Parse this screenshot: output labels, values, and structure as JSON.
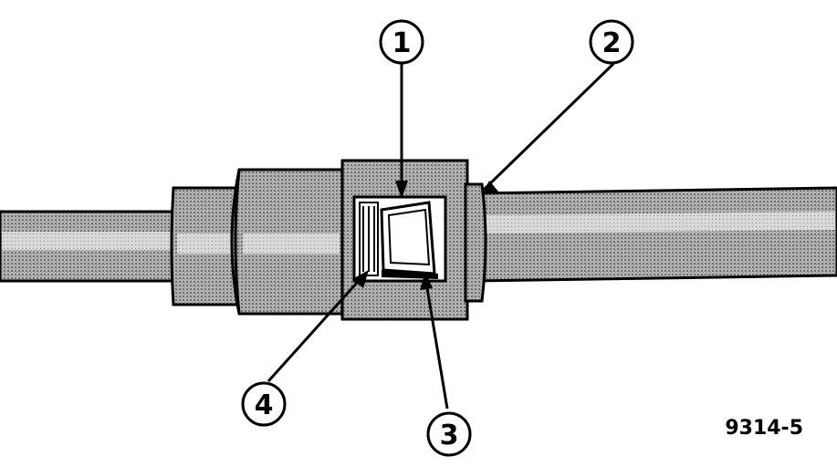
{
  "figure": {
    "callouts": [
      {
        "id": "c1",
        "label": "1"
      },
      {
        "id": "c2",
        "label": "2"
      },
      {
        "id": "c3",
        "label": "3"
      },
      {
        "id": "c4",
        "label": "4"
      }
    ],
    "figure_id": "9314-5"
  },
  "colors": {
    "line": "#000000",
    "fill": "#9e9e9e",
    "highlight": "#e2e2e2",
    "background": "#ffffff"
  }
}
